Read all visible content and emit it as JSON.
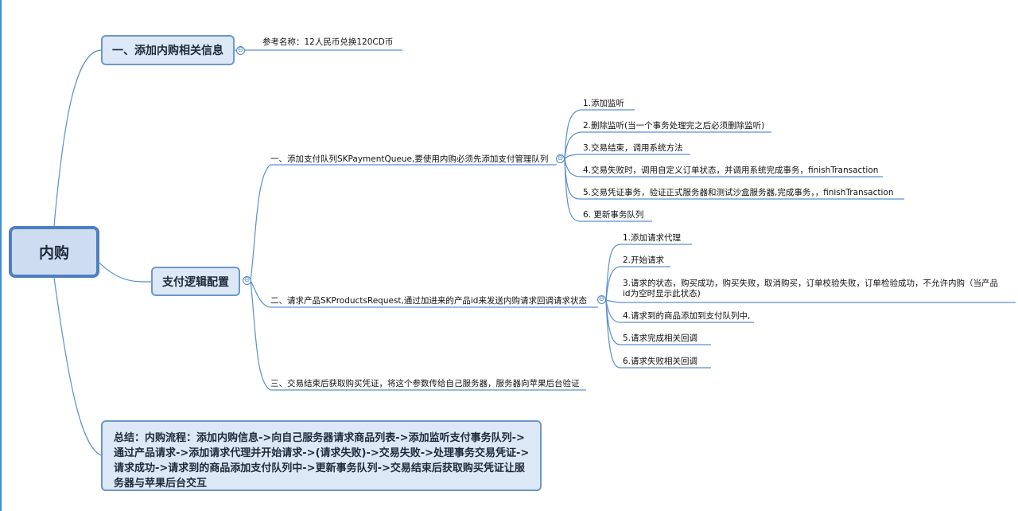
{
  "root": {
    "label": "内购"
  },
  "branch_info": {
    "label": "一、添加内购相关信息",
    "reference": "参考名称：12人民币兑换120CD币"
  },
  "branch_logic": {
    "label": "支付逻辑配置",
    "step1": {
      "label": "一、添加支付队列SKPaymentQueue,要使用内购必须先添加支付管理队列",
      "items": [
        "1.添加监听",
        "2.删除监听(当一个事务处理完之后必须删除监听)",
        "3.交易结束，调用系统方法",
        "4.交易失败时，调用自定义订单状态，并调用系统完成事务，finishTransaction",
        "5.交易凭证事务，验证正式服务器和测试沙盒服务器,完成事务，，finishTransaction",
        "6. 更新事务队列"
      ]
    },
    "step2": {
      "label": "二、请求产品SKProductsRequest,通过加进来的产品id来发送内购请求回调请求状态",
      "items": [
        "1.添加请求代理",
        "2.开始请求",
        "3.请求的状态，购买成功，购买失败，取消购买，订单校验失败，订单检验成功，不允许内购（当产品id为空时显示此状态)",
        "4.请求到的商品添加到支付队列中,",
        "5.请求完成相关回调",
        "6.请求失败相关回调"
      ]
    },
    "step3": {
      "label": "三、交易结束后获取购买凭证，将这个参数传给自己服务器，服务器向苹果后台验证"
    }
  },
  "summary": {
    "text": "总结：内购流程：添加内购信息->向自己服务器请求商品列表->添加监听支付事务队列->通过产品请求->添加请求代理并开始请求->(请求失败)->交易失败->处理事务交易凭证->请求成功->请求到的商品添加支付队列中->更新事务队列->交易结束后获取购买凭证让服务器与苹果后台交互"
  },
  "icons": {
    "collapse": "⊖"
  },
  "colors": {
    "link": "#5a8fcf",
    "node_fill": "#dde8f6",
    "node_border": "#6d97c9"
  }
}
